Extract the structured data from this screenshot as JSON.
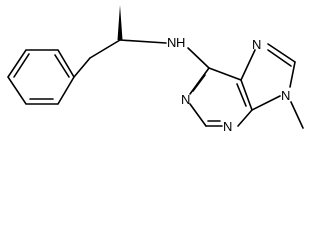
{
  "molecule": {
    "atoms": {
      "amine_n": "N",
      "amine_h": "H",
      "pyrimidine_n_top": "N",
      "pyrimidine_n_bottom": "N",
      "imidazole_n_top": "N",
      "imidazole_n_right": "N"
    },
    "stereo_wedge_color": "#000000"
  }
}
